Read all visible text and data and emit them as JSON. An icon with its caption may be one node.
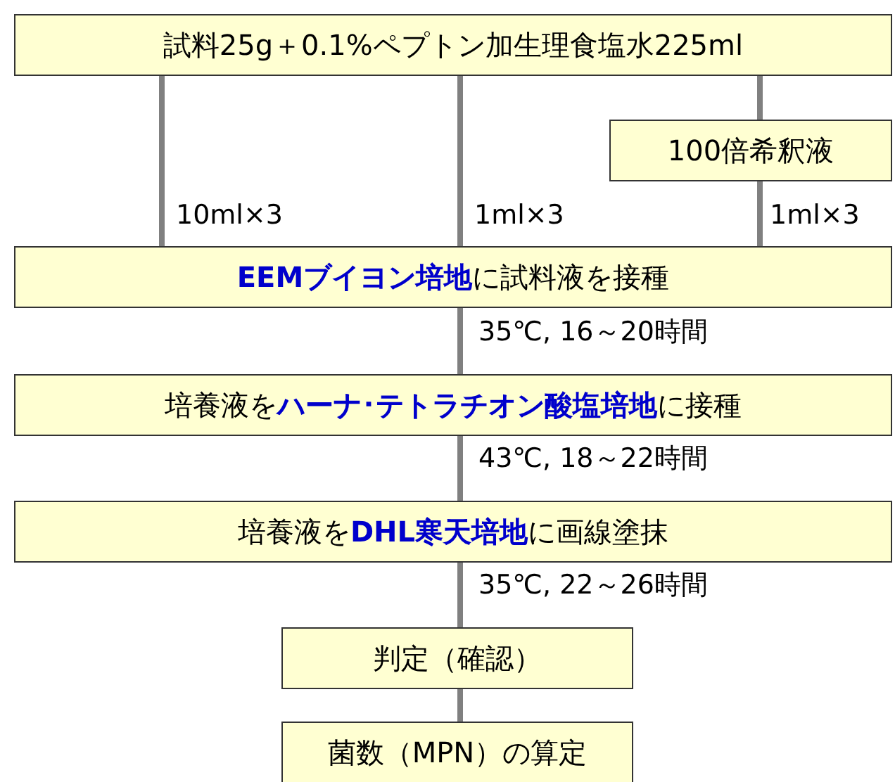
{
  "diagram": {
    "nodes": [
      {
        "text": [
          "試料25g＋0.1%ペプトン加生理食塩水225ml"
        ]
      },
      {
        "text": [
          "100倍希釈液"
        ]
      },
      {
        "text": [
          "**EEMブイヨン培地**に試料液を接種"
        ]
      },
      {
        "text": [
          "培養液を**ハーナ･テトラチオン酸塩培地**に接種"
        ]
      },
      {
        "text": [
          "培養液を**DHL寒天培地**に画線塗抹"
        ]
      },
      {
        "text": [
          "判定（確認）"
        ]
      },
      {
        "text": [
          "菌数（MPN）の算定"
        ]
      }
    ],
    "edges": [
      {
        "from": 0,
        "to": 2,
        "arrow": "none",
        "label": "10ml×3"
      },
      {
        "from": 0,
        "to": 2,
        "arrow": "none",
        "label": "1ml×3"
      },
      {
        "from": 0,
        "to": 1,
        "arrow": "none"
      },
      {
        "from": 1,
        "to": 2,
        "arrow": "none",
        "label": "1ml×3"
      },
      {
        "from": 2,
        "to": 3,
        "arrow": "none",
        "label": "35℃, 16～20時間"
      },
      {
        "from": 3,
        "to": 4,
        "arrow": "none",
        "label": "43℃, 18～22時間"
      },
      {
        "from": 4,
        "to": 5,
        "arrow": "none",
        "label": "35℃, 22～26時間"
      },
      {
        "from": 5,
        "to": 6,
        "arrow": "none"
      }
    ]
  }
}
